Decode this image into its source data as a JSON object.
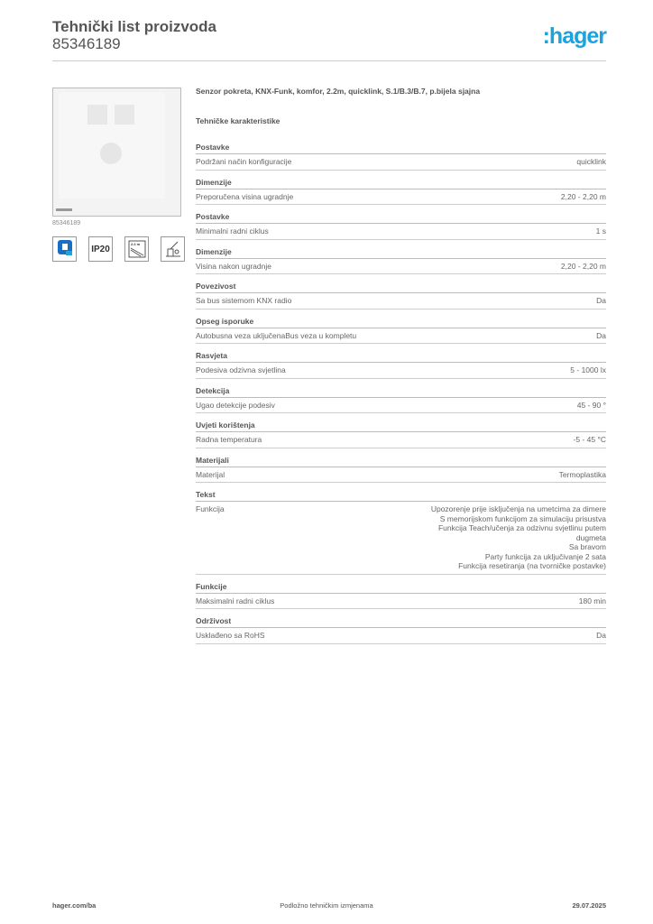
{
  "header": {
    "title": "Tehnički list proizvoda",
    "code": "85346189",
    "logo": ":hager",
    "brand_color": "#1aa3dd"
  },
  "image": {
    "code": "85346189"
  },
  "icons": [
    {
      "name": "quicklink-icon",
      "label": "quicklink"
    },
    {
      "name": "ip20-icon",
      "label": "IP20"
    },
    {
      "name": "mounting-height-icon",
      "label": "2.2 m"
    },
    {
      "name": "detection-icon",
      "label": ""
    }
  ],
  "product": {
    "description": "Senzor pokreta, KNX-Funk, komfor, 2.2m, quicklink, S.1/B.3/B.7, p.bijela sjajna",
    "section_title": "Tehničke karakteristike"
  },
  "sections": [
    {
      "title": "Postavke",
      "label": "Podržani način konfiguracije",
      "value": [
        "quicklink"
      ]
    },
    {
      "title": "Dimenzije",
      "label": "Preporučena visina ugradnje",
      "value": [
        "2,20 - 2,20 m"
      ]
    },
    {
      "title": "Postavke",
      "label": "Minimalni radni ciklus",
      "value": [
        "1 s"
      ]
    },
    {
      "title": "Dimenzije",
      "label": "Visina nakon ugradnje",
      "value": [
        "2,20 - 2,20 m"
      ]
    },
    {
      "title": "Povezivost",
      "label": "Sa bus sistemom KNX radio",
      "value": [
        "Da"
      ]
    },
    {
      "title": "Opseg isporuke",
      "label": "Autobusna veza uključenaBus veza u kompletu",
      "value": [
        "Da"
      ]
    },
    {
      "title": "Rasvjeta",
      "label": "Podesiva odzivna svjetlina",
      "value": [
        "5 - 1000 lx"
      ]
    },
    {
      "title": "Detekcija",
      "label": "Ugao detekcije podesiv",
      "value": [
        "45 - 90 °"
      ]
    },
    {
      "title": "Uvjeti korištenja",
      "label": "Radna temperatura",
      "value": [
        "-5 - 45 °C"
      ]
    },
    {
      "title": "Materijali",
      "label": "Materijal",
      "value": [
        "Termoplastika"
      ]
    },
    {
      "title": "Tekst",
      "label": "Funkcija",
      "value": [
        "Upozorenje prije isključenja na umetcima za dimere",
        "S memorijskom funkcijom za simulaciju prisustva",
        "Funkcija Teach/učenja za odzivnu svjetlinu putem",
        "dugmeta",
        "Sa bravom",
        "Party funkcija za uključivanje 2 sata",
        "Funkcija resetiranja (na tvorničke postavke)"
      ]
    },
    {
      "title": "Funkcije",
      "label": "Maksimalni radni ciklus",
      "value": [
        "180 min"
      ]
    },
    {
      "title": "Održivost",
      "label": "Usklađeno sa RoHS",
      "value": [
        "Da"
      ]
    }
  ],
  "footer": {
    "left": "hager.com/ba",
    "center": "Podložno tehničkim izmjenama",
    "right": "29.07.2025"
  }
}
